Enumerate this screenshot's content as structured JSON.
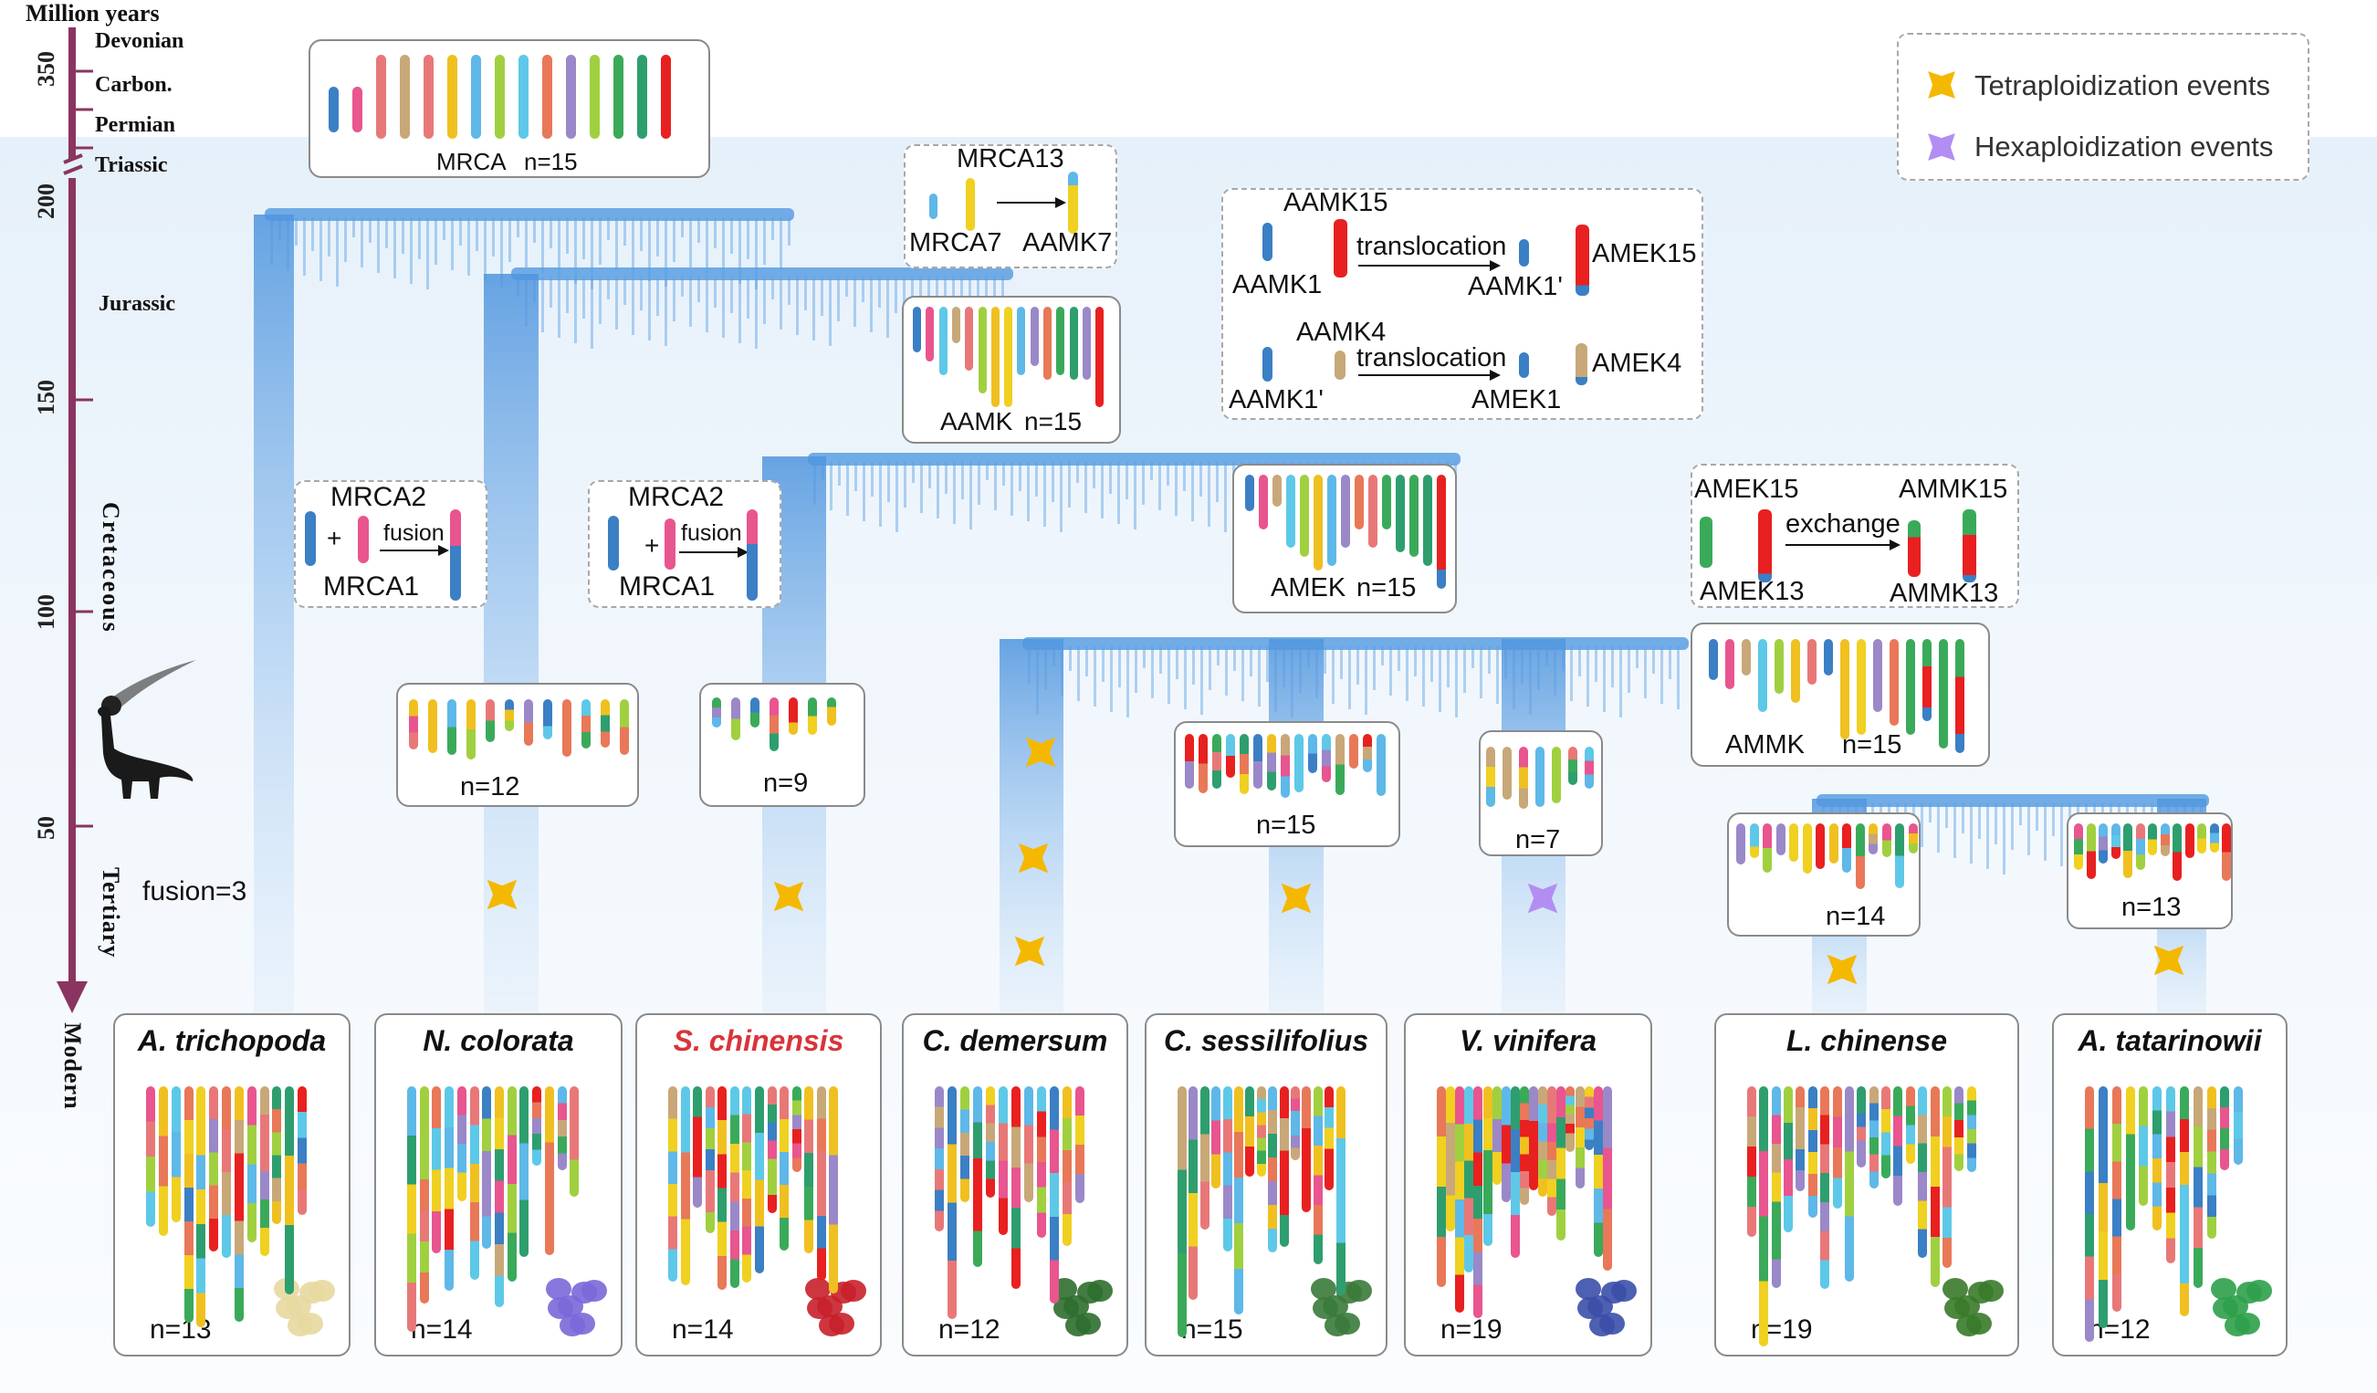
{
  "axis": {
    "title": "Million years",
    "ticks": [
      "350",
      "200",
      "150",
      "100",
      "50"
    ],
    "periods": [
      "Devonian",
      "Carbon.",
      "Permian",
      "Triassic",
      "Jurassic",
      "Cretaceous",
      "Tertiary",
      "Modern"
    ]
  },
  "legend": {
    "tetra": "Tetraploidization events",
    "hexa": "Hexaploidization events"
  },
  "colors": {
    "palette": [
      "#3b7fc4",
      "#e8558f",
      "#c8a878",
      "#e87878",
      "#f0c020",
      "#5ec8e8",
      "#a0d040",
      "#f0d020",
      "#5eb8e8",
      "#9a88c8",
      "#e87858",
      "#3aaa5a",
      "#2e9e6e",
      "#e82020"
    ],
    "tetra_star": "#f5b800",
    "hexa_star": "#b38ef2",
    "water": "#6aa8e6",
    "axis_bar": "#8a3560",
    "highlight_species": "#d9343a"
  },
  "ancestors": {
    "mrca": {
      "name": "MRCA",
      "n": "n=15"
    },
    "aamk": {
      "name": "AAMK",
      "n": "n=15"
    },
    "amek": {
      "name": "AMEK",
      "n": "n=15"
    },
    "ammk": {
      "name": "AMMK",
      "n": "n=15"
    }
  },
  "events": {
    "mrca13": {
      "top": "MRCA13",
      "left": "MRCA7",
      "right": "AAMK7"
    },
    "aamk15": {
      "top": "AAMK15",
      "a": "AAMK1",
      "verb": "translocation",
      "b": "AAMK1'",
      "c": "AMEK15"
    },
    "aamk4": {
      "top": "AAMK4",
      "a": "AAMK1'",
      "verb": "translocation",
      "b": "AMEK1",
      "c": "AMEK4"
    },
    "fusion1": {
      "top": "MRCA2",
      "plus": "+",
      "verb": "fusion",
      "bottom": "MRCA1"
    },
    "fusion2": {
      "top": "MRCA2",
      "plus": "+",
      "verb": "fusion",
      "bottom": "MRCA1"
    },
    "exchange": {
      "a": "AMEK15",
      "verb": "exchange",
      "b": "AMMK15",
      "c": "AMEK13",
      "d": "AMMK13"
    }
  },
  "intermediates": [
    "n=12",
    "n=9",
    "n=15",
    "n=7",
    "n=14",
    "n=13"
  ],
  "fusion_note": "fusion=3",
  "species": [
    {
      "name": "A. trichopoda",
      "n": "n=13",
      "highlight": false
    },
    {
      "name": "N. colorata",
      "n": "n=14",
      "highlight": false
    },
    {
      "name": "S. chinensis",
      "n": "n=14",
      "highlight": true
    },
    {
      "name": "C. demersum",
      "n": "n=12",
      "highlight": false
    },
    {
      "name": "C. sessilifolius",
      "n": "n=15",
      "highlight": false
    },
    {
      "name": "V. vinifera",
      "n": "n=19",
      "highlight": false
    },
    {
      "name": "L. chinense",
      "n": "n=19",
      "highlight": false
    },
    {
      "name": "A. tatarinowii",
      "n": "n=12",
      "highlight": false
    }
  ]
}
